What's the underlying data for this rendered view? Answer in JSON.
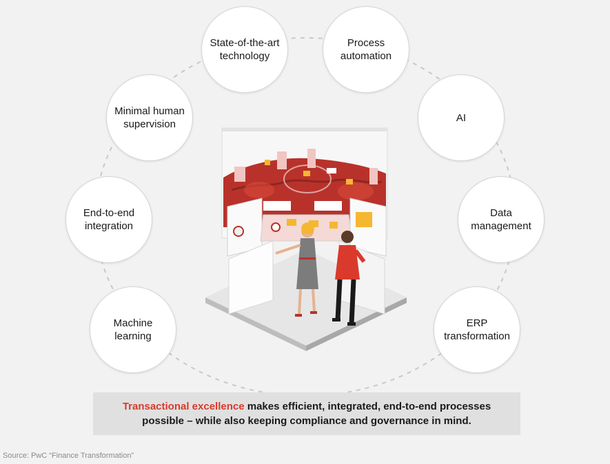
{
  "nodes": [
    {
      "id": "state-of-the-art",
      "label": "State-of-the-art\ntechnology"
    },
    {
      "id": "process-automation",
      "label": "Process\nautomation"
    },
    {
      "id": "ai",
      "label": "AI"
    },
    {
      "id": "data-management",
      "label": "Data\nmanagement"
    },
    {
      "id": "erp-transformation",
      "label": "ERP\ntransformation"
    },
    {
      "id": "machine-learning",
      "label": "Machine\nlearning"
    },
    {
      "id": "end-to-end-integration",
      "label": "End-to-end\nintegration"
    },
    {
      "id": "minimal-human-supervision",
      "label": "Minimal human\nsupervision"
    }
  ],
  "banner": {
    "highlight": "Transactional excellence",
    "rest": " makes efficient, integrated, end-to-end processes possible – while also keeping compliance and governance in mind."
  },
  "source": "Source: PwC “Finance Transformation”",
  "colors": {
    "accent": "#d93a2b",
    "map_red": "#b8322b",
    "background": "#f2f2f2",
    "banner_bg": "#e0e0e0"
  },
  "illustration": "isometric-finance-screen-with-two-people"
}
